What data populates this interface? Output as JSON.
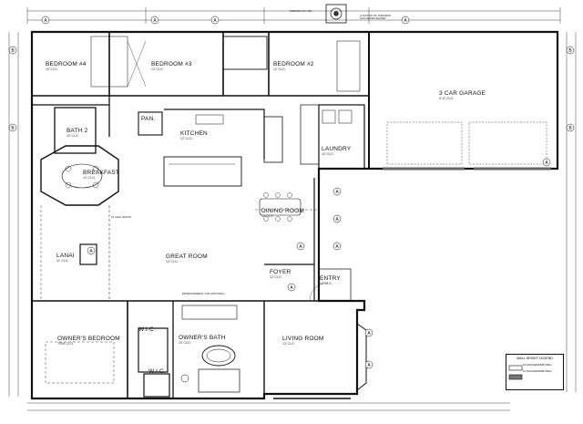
{
  "plan": {
    "rooms": [
      {
        "name": "BEDROOM #4",
        "size": "12' CLG."
      },
      {
        "name": "BEDROOM #3",
        "size": "12' CLG."
      },
      {
        "name": "BEDROOM #2",
        "size": "12' CLG."
      },
      {
        "name": "3 CAR GARAGE",
        "size": "9'-6\" CLG."
      },
      {
        "name": "BATH 2",
        "size": "10' CLG."
      },
      {
        "name": "PAN.",
        "size": ""
      },
      {
        "name": "KITCHEN",
        "size": "12' CLG."
      },
      {
        "name": "LAUNDRY",
        "size": "10' CLG."
      },
      {
        "name": "BREAKFAST",
        "size": "12' CLG."
      },
      {
        "name": "DINING ROOM",
        "size": "12' CLG."
      },
      {
        "name": "LANAI",
        "size": "11' CLG."
      },
      {
        "name": "GREAT ROOM",
        "size": "12' CLG."
      },
      {
        "name": "FOYER",
        "size": "12' CLG."
      },
      {
        "name": "ENTRY",
        "size": "12' CLG."
      },
      {
        "name": "OWNER'S BEDROOM",
        "size": "TRAY CLG."
      },
      {
        "name": "W.I.C.",
        "size": ""
      },
      {
        "name": "OWNER'S BATH",
        "size": "10' CLG."
      },
      {
        "name": "W.I.C.",
        "size": ""
      },
      {
        "name": "LIVING ROOM",
        "size": "12' CLG."
      }
    ],
    "notes": [
      "PRIMARY A/C UTIL",
      "LOCATION OF TANKLESS GAS WATER HEATER",
      "12' HIGH SOFFIT",
      "ENTERTAINMENT CTR (OPTIONAL)",
      "WALL HEIGHT LEGEND"
    ],
    "legend": {
      "title": "WALL HEIGHT LEGEND",
      "items": [
        "10' HIGH MASONRY WALL",
        "12' HIGH MASONRY WALL"
      ]
    },
    "grid_markers": [
      "A",
      "B"
    ]
  }
}
